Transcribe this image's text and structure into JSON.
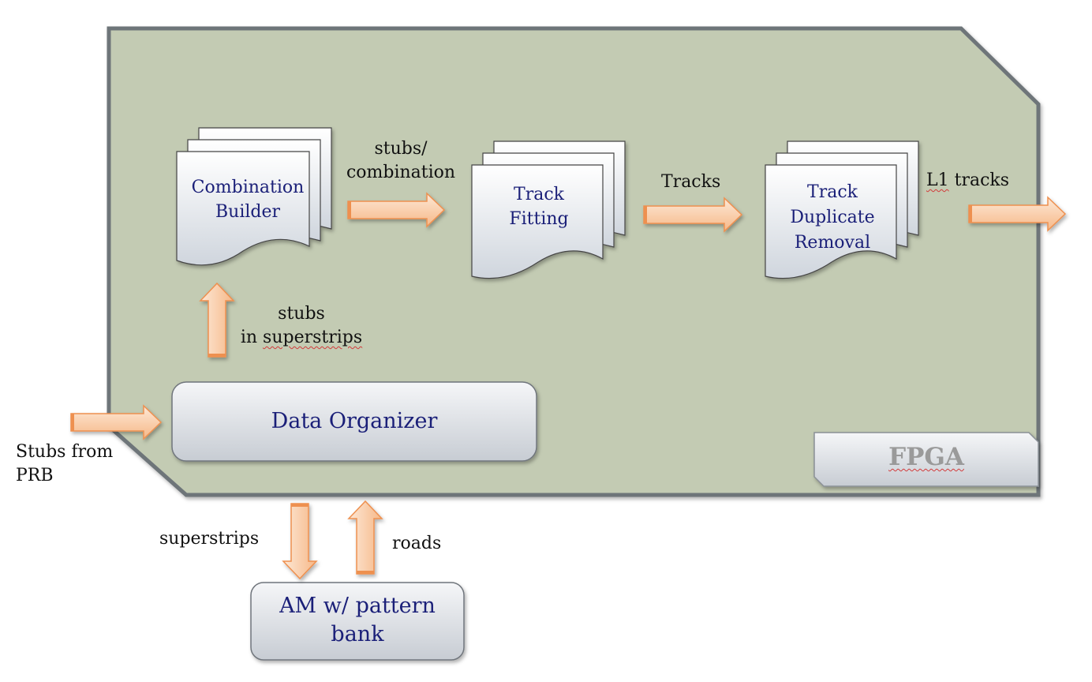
{
  "blocks": {
    "combination_builder": [
      "Combination",
      "Builder"
    ],
    "track_fitting": [
      "Track",
      "Fitting"
    ],
    "duplicate_removal": [
      "Track",
      "Duplicate",
      "Removal"
    ],
    "data_organizer": "Data Organizer",
    "am_bank": [
      "AM w/ pattern",
      "bank"
    ],
    "fpga_tag": "FPGA"
  },
  "labels": {
    "stubs_combination": [
      "stubs/",
      "combination"
    ],
    "tracks": "Tracks",
    "l1_tracks_prefix": "L1",
    "l1_tracks_suffix": " tracks",
    "stubs_superstrips_1": "stubs",
    "stubs_superstrips_2_prefix": "in ",
    "stubs_superstrips_2_suffix": "superstrips",
    "stubs_from_prb": [
      "Stubs from",
      "PRB"
    ],
    "superstrips": "superstrips",
    "roads": "roads"
  },
  "colors": {
    "fpga_fill": "#c3cbb3",
    "fpga_border": "#6e7479",
    "arrow_fill": "#f8c9a4",
    "arrow_border": "#ee9050",
    "box_text": "#1a1f78"
  }
}
